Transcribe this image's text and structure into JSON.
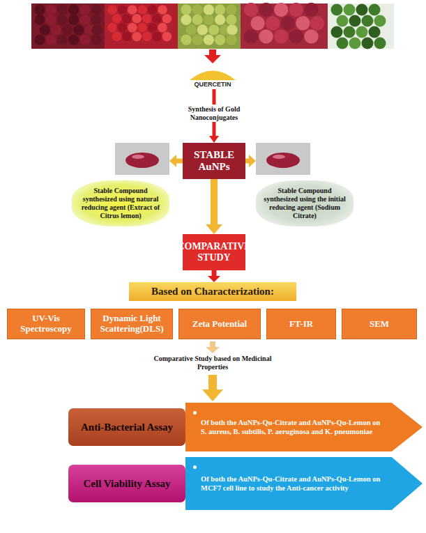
{
  "diagram": {
    "nodes": [
      {
        "text": [
          "QUERCETIN"
        ]
      },
      {
        "text": [
          "STABLE AuNPs"
        ]
      },
      {
        "text": [
          "Stable Compound synthesized using natural reducing agent (Extract of Citrus lemon)"
        ]
      },
      {
        "text": [
          "Stable Compound synthesized using the initial reducing agent (Sodium Citrate)"
        ]
      },
      {
        "text": [
          "COMPARATIVE STUDY"
        ]
      },
      {
        "text": [
          "Based on Characterization:"
        ]
      },
      {
        "text": [
          "UV-Vis Spectroscopy"
        ]
      },
      {
        "text": [
          "Dynamic Light Scattering(DLS)"
        ]
      },
      {
        "text": [
          "Zeta Potential"
        ]
      },
      {
        "text": [
          "FT-IR"
        ]
      },
      {
        "text": [
          "SEM"
        ]
      },
      {
        "text": [
          "Anti-Bacterial Assay"
        ]
      },
      {
        "text": [
          "Of both the AuNPs-Qu-Citrate and AuNPs-Qu-Lemon on S. aureus, B. subtilis, P. aeruginosa and K. pneumoniae"
        ]
      },
      {
        "text": [
          "Cell Viability Assay"
        ]
      },
      {
        "text": [
          "Of both the AuNPs-Qu-Citrate and AuNPs-Qu-Lemon on MCF7 cell line to study the Anti-cancer activity"
        ]
      }
    ],
    "edges": [
      {
        "from": 0,
        "to": 1,
        "arrow": "to",
        "label": "Synthesis of Gold Nanoconjugates"
      },
      {
        "from": 1,
        "to": 2,
        "arrow": "to"
      },
      {
        "from": 1,
        "to": 3,
        "arrow": "to"
      },
      {
        "from": 1,
        "to": 4,
        "arrow": "to"
      },
      {
        "from": 4,
        "to": 5,
        "arrow": "to"
      }
    ],
    "labels": [
      "Comparative Study based on Medicinal Properties"
    ]
  }
}
